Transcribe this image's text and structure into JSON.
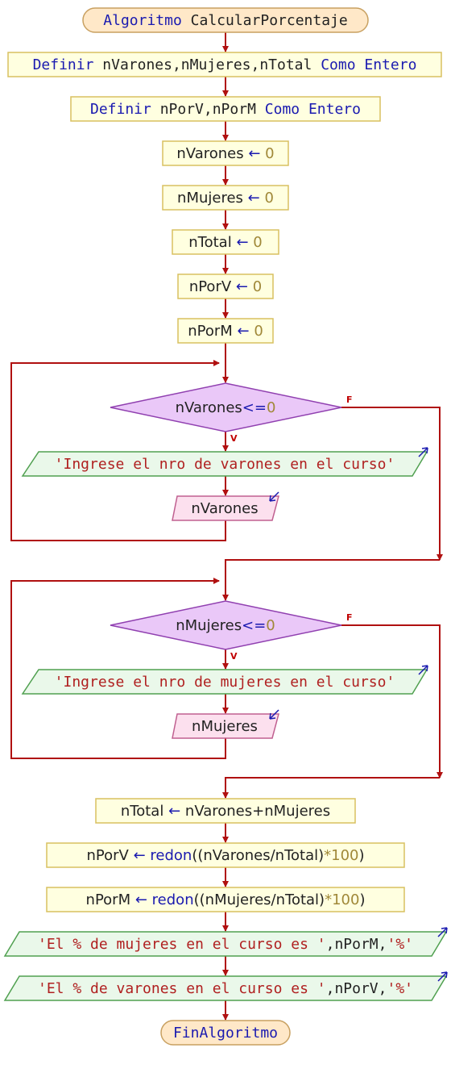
{
  "colors": {
    "line": "#b01010",
    "process_fill": "#ffffe0",
    "process_stroke": "#d8c060",
    "terminal_fill": "#ffe8c8",
    "terminal_stroke": "#c8a060",
    "decision_fill": "#eac8f8",
    "decision_stroke": "#9040b0",
    "output_fill": "#eaf8ea",
    "output_stroke": "#50a050",
    "input_fill": "#fce0ee",
    "input_stroke": "#c06090",
    "io_arrow": "#1a1ab0"
  },
  "start": {
    "keyword": "Algoritmo",
    "name": "CalcularPorcentaje"
  },
  "define1": {
    "keyword": "Definir",
    "vars": "nVarones,nMujeres,nTotal",
    "type": "Como Entero"
  },
  "define2": {
    "keyword": "Definir",
    "vars": "nPorV,nPorM",
    "type": "Como Entero"
  },
  "assign_init": [
    {
      "var": "nVarones",
      "op": "←",
      "value": "0"
    },
    {
      "var": "nMujeres",
      "op": "←",
      "value": "0"
    },
    {
      "var": "nTotal",
      "op": "←",
      "value": "0"
    },
    {
      "var": "nPorV",
      "op": "←",
      "value": "0"
    },
    {
      "var": "nPorM",
      "op": "←",
      "value": "0"
    }
  ],
  "loop1": {
    "cond_var": "nVarones",
    "cond_op": "<=",
    "cond_val": "0",
    "false_label": "F",
    "true_label": "V",
    "output": "'Ingrese el nro de varones en el curso'",
    "input": "nVarones"
  },
  "loop2": {
    "cond_var": "nMujeres",
    "cond_op": "<=",
    "cond_val": "0",
    "false_label": "F",
    "true_label": "V",
    "output": "'Ingrese el nro de mujeres en el curso'",
    "input": "nMujeres"
  },
  "calc_total": {
    "var": "nTotal",
    "op": "←",
    "expr": "nVarones+nMujeres"
  },
  "calc_porv": {
    "var": "nPorV",
    "op": "←",
    "func": "redon",
    "expr_a": "((nVarones/nTotal)",
    "mul": "*",
    "num": "100",
    "close": ")"
  },
  "calc_porm": {
    "var": "nPorM",
    "op": "←",
    "func": "redon",
    "expr_a": "((nMujeres/nTotal)",
    "mul": "*",
    "num": "100",
    "close": ")"
  },
  "out_mujeres": {
    "str": "'El % de mujeres en el curso es '",
    "rest": ",nPorM,",
    "str2": "'%'"
  },
  "out_varones": {
    "str": "'El % de varones en el curso es '",
    "rest": ",nPorV,",
    "str2": "'%'"
  },
  "end": {
    "keyword": "FinAlgoritmo"
  }
}
